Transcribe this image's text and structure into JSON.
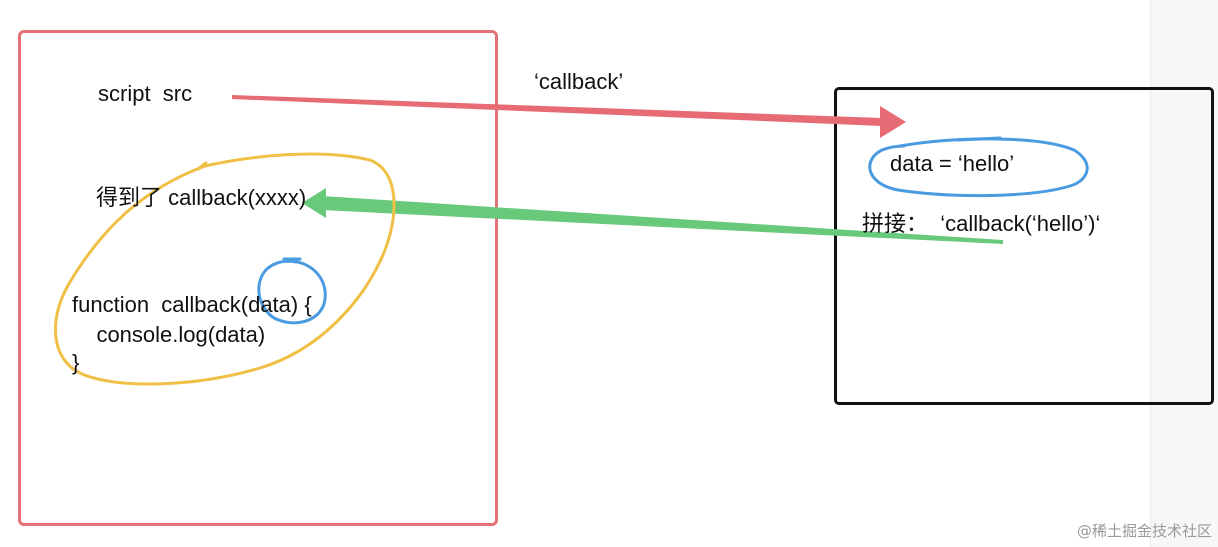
{
  "client_box": {
    "script_label": "script  src",
    "received_label": "得到了 callback(xxxx)",
    "code_lines": [
      "function  callback(data) {",
      "    console.log(data)",
      "}"
    ]
  },
  "arrow_label": "‘callback’",
  "server_box": {
    "data_label": "data = ‘hello’",
    "concat_label": "拼接：  ‘callback(‘hello’)‘"
  },
  "watermark": "@稀土掘金技术社区",
  "colors": {
    "client_border": "#e4707a",
    "request_arrow": "#e66b74",
    "response_arrow": "#68c97a",
    "yellow_circle": "#f0bf45",
    "blue_circle": "#4a9be0",
    "server_border": "#111111"
  }
}
